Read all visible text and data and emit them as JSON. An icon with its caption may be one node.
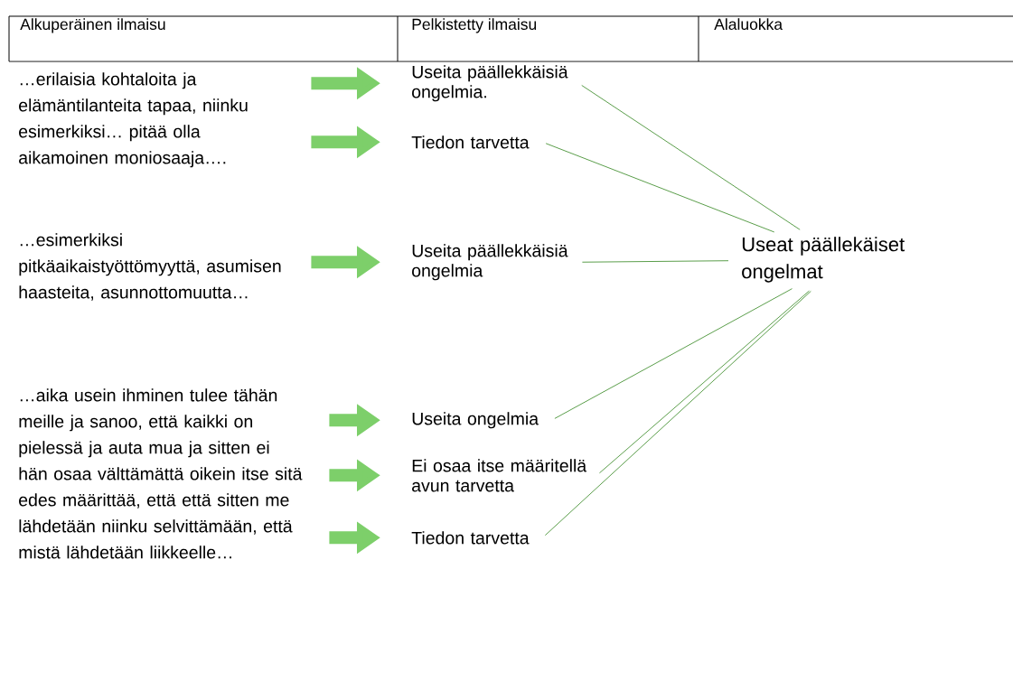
{
  "diagram": {
    "nodes": [
      {
        "text": [
          "…erilaisia kohtaloita ja elämäntilanteita tapaa, niinku esimerkiksi… pitää olla aikamoinen moniosaaja…."
        ]
      },
      {
        "text": [
          "…esimerkiksi pitkäaikaistyöttömyyttä, asumisen haasteita, asunnottomuutta…"
        ]
      },
      {
        "text": [
          "…aika usein ihminen tulee tähän meille ja sanoo, että kaikki on pielessä ja auta mua ja sitten ei hän osaa välttämättä oikein itse sitä edes määrittää, että että sitten me lähdetään niinku selvittämään, että mistä lähdetään liikkeelle…"
        ]
      },
      {
        "text": [
          "Useita päällekkäisiä ongelmia."
        ]
      },
      {
        "text": [
          "Tiedon tarvetta"
        ]
      },
      {
        "text": [
          "Useita päällekkäisiä ongelmia"
        ]
      },
      {
        "text": [
          "Useita ongelmia"
        ]
      },
      {
        "text": [
          "Ei osaa itse määritellä avun tarvetta"
        ]
      },
      {
        "text": [
          "Tiedon tarvetta"
        ]
      },
      {
        "text": [
          "Useat päällekäiset ongelmat"
        ]
      }
    ],
    "edges": [
      {
        "from": 0,
        "to": 3,
        "arrow": "to",
        "style": "thick"
      },
      {
        "from": 0,
        "to": 4,
        "arrow": "to",
        "style": "thick"
      },
      {
        "from": 1,
        "to": 5,
        "arrow": "to",
        "style": "thick"
      },
      {
        "from": 2,
        "to": 6,
        "arrow": "to",
        "style": "thick"
      },
      {
        "from": 2,
        "to": 7,
        "arrow": "to",
        "style": "thick"
      },
      {
        "from": 2,
        "to": 8,
        "arrow": "to",
        "style": "thick"
      },
      {
        "from": 3,
        "to": 9,
        "arrow": "none"
      },
      {
        "from": 4,
        "to": 9,
        "arrow": "none"
      },
      {
        "from": 5,
        "to": 9,
        "arrow": "none"
      },
      {
        "from": 6,
        "to": 9,
        "arrow": "none"
      },
      {
        "from": 7,
        "to": 9,
        "arrow": "none"
      },
      {
        "from": 8,
        "to": 9,
        "arrow": "none"
      }
    ],
    "labels": [
      "Alkuperäinen ilmaisu",
      "Pelkistetty ilmaisu",
      "Alaluokka"
    ]
  }
}
